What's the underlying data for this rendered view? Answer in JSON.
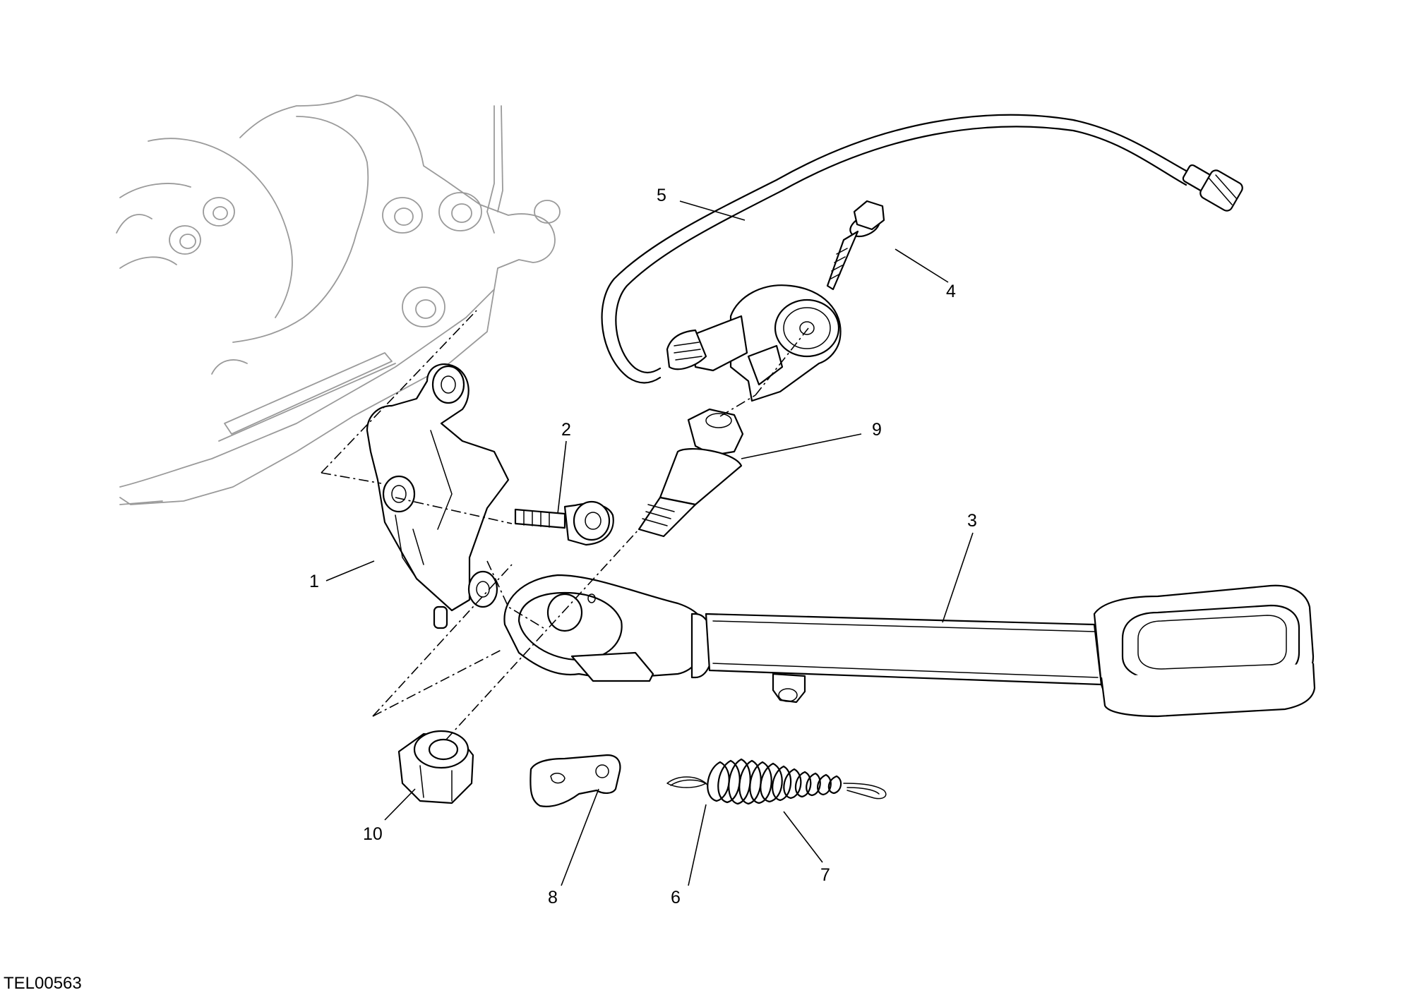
{
  "figure_ref": "TEL00563",
  "callouts": [
    {
      "id": "1",
      "label": "1"
    },
    {
      "id": "2",
      "label": "2"
    },
    {
      "id": "3",
      "label": "3"
    },
    {
      "id": "4",
      "label": "4"
    },
    {
      "id": "5",
      "label": "5"
    },
    {
      "id": "6",
      "label": "6"
    },
    {
      "id": "7",
      "label": "7"
    },
    {
      "id": "8",
      "label": "8"
    },
    {
      "id": "9",
      "label": "9"
    },
    {
      "id": "10",
      "label": "10"
    }
  ]
}
